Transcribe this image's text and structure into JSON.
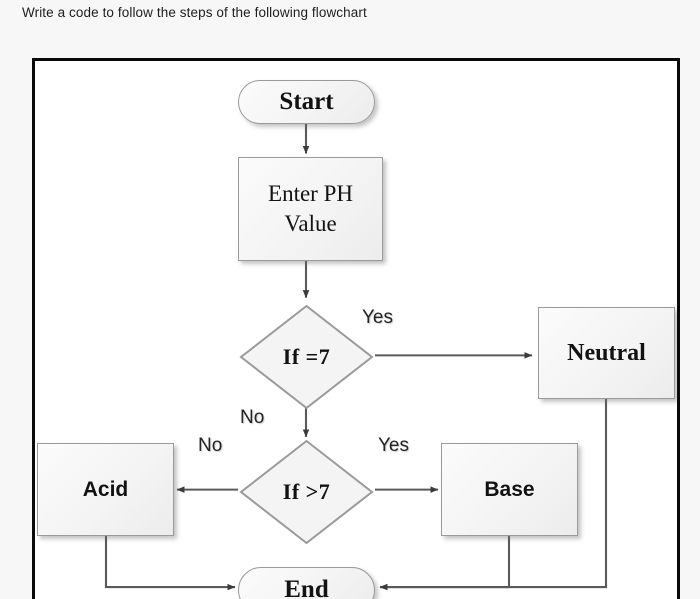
{
  "prompt": {
    "text": "Write a code to follow the steps of the following flowchart"
  },
  "flowchart": {
    "nodes": {
      "start": {
        "label": "Start",
        "type": "terminal"
      },
      "input": {
        "label": "Enter PH\nValue",
        "line1": "Enter PH",
        "line2": "Value",
        "type": "process"
      },
      "decision_equal": {
        "label": "If =7",
        "type": "decision"
      },
      "decision_greater": {
        "label": "If >7",
        "type": "decision"
      },
      "neutral": {
        "label": "Neutral",
        "type": "process"
      },
      "acid": {
        "label": "Acid",
        "type": "process"
      },
      "base": {
        "label": "Base",
        "type": "process"
      },
      "end": {
        "label": "End",
        "type": "terminal"
      }
    },
    "edge_labels": {
      "equal_yes": "Yes",
      "equal_no": "No",
      "greater_no": "No",
      "greater_yes": "Yes"
    },
    "colors": {
      "frame_border": "#0a0a0a",
      "node_fill": "#f4f4f4",
      "node_border": "#9a9a9a",
      "connector": "#5a5a5a",
      "text": "#121212",
      "page_background": "#f7f7f7",
      "canvas_background": "#ffffff"
    }
  }
}
